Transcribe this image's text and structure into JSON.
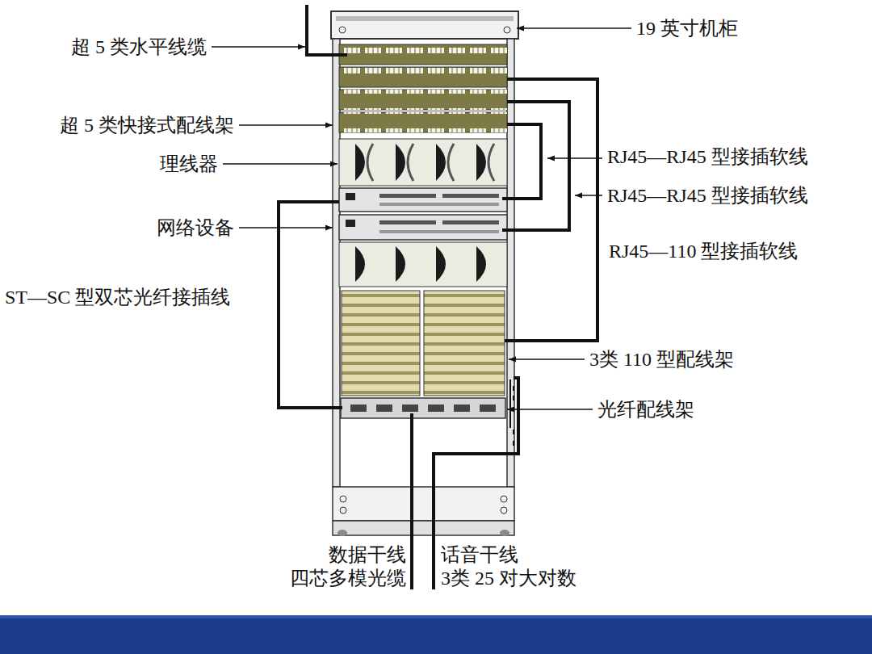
{
  "diagram": {
    "labels": [
      "超 5 类水平线缆",
      "19 英寸机柜",
      "超 5 类快接式配线架",
      "理线器",
      "RJ45—RJ45 型接插软线",
      "RJ45—RJ45 型接插软线",
      "网络设备",
      "RJ45—110 型接插软线",
      "ST—SC 型双芯光纤接插线",
      "3类 110 型配线架",
      "光纤配线架",
      "数据干线",
      "话音干线",
      "四芯多模光缆",
      "3类 25 对大对数"
    ]
  }
}
